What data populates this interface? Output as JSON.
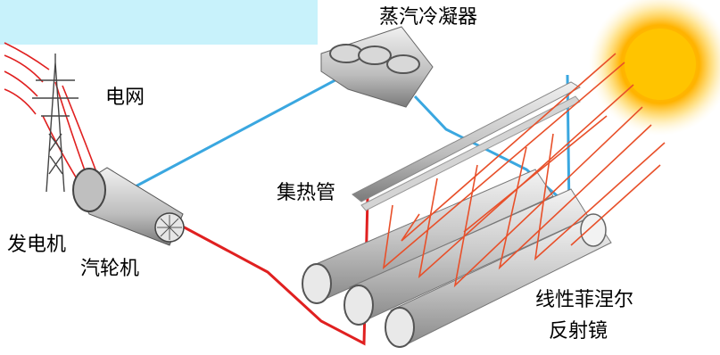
{
  "title": "",
  "labels": {
    "condenser": "蒸汽冷凝器",
    "grid": "电网",
    "collector_tube": "集热管",
    "generator": "发电机",
    "turbine": "汽轮机",
    "reflector_line1": "线性菲涅尔",
    "reflector_line2": "反射镜"
  },
  "colors": {
    "cold_pipe": "#3aa7e0",
    "hot_pipe": "#e02020",
    "sun_ray": "#e8502a",
    "power_line": "#e02020",
    "title_bg": "#c8f2fb"
  },
  "icons": [
    "sun-icon",
    "transmission-tower-icon",
    "condenser-icon",
    "generator-icon",
    "mirror-icon"
  ]
}
